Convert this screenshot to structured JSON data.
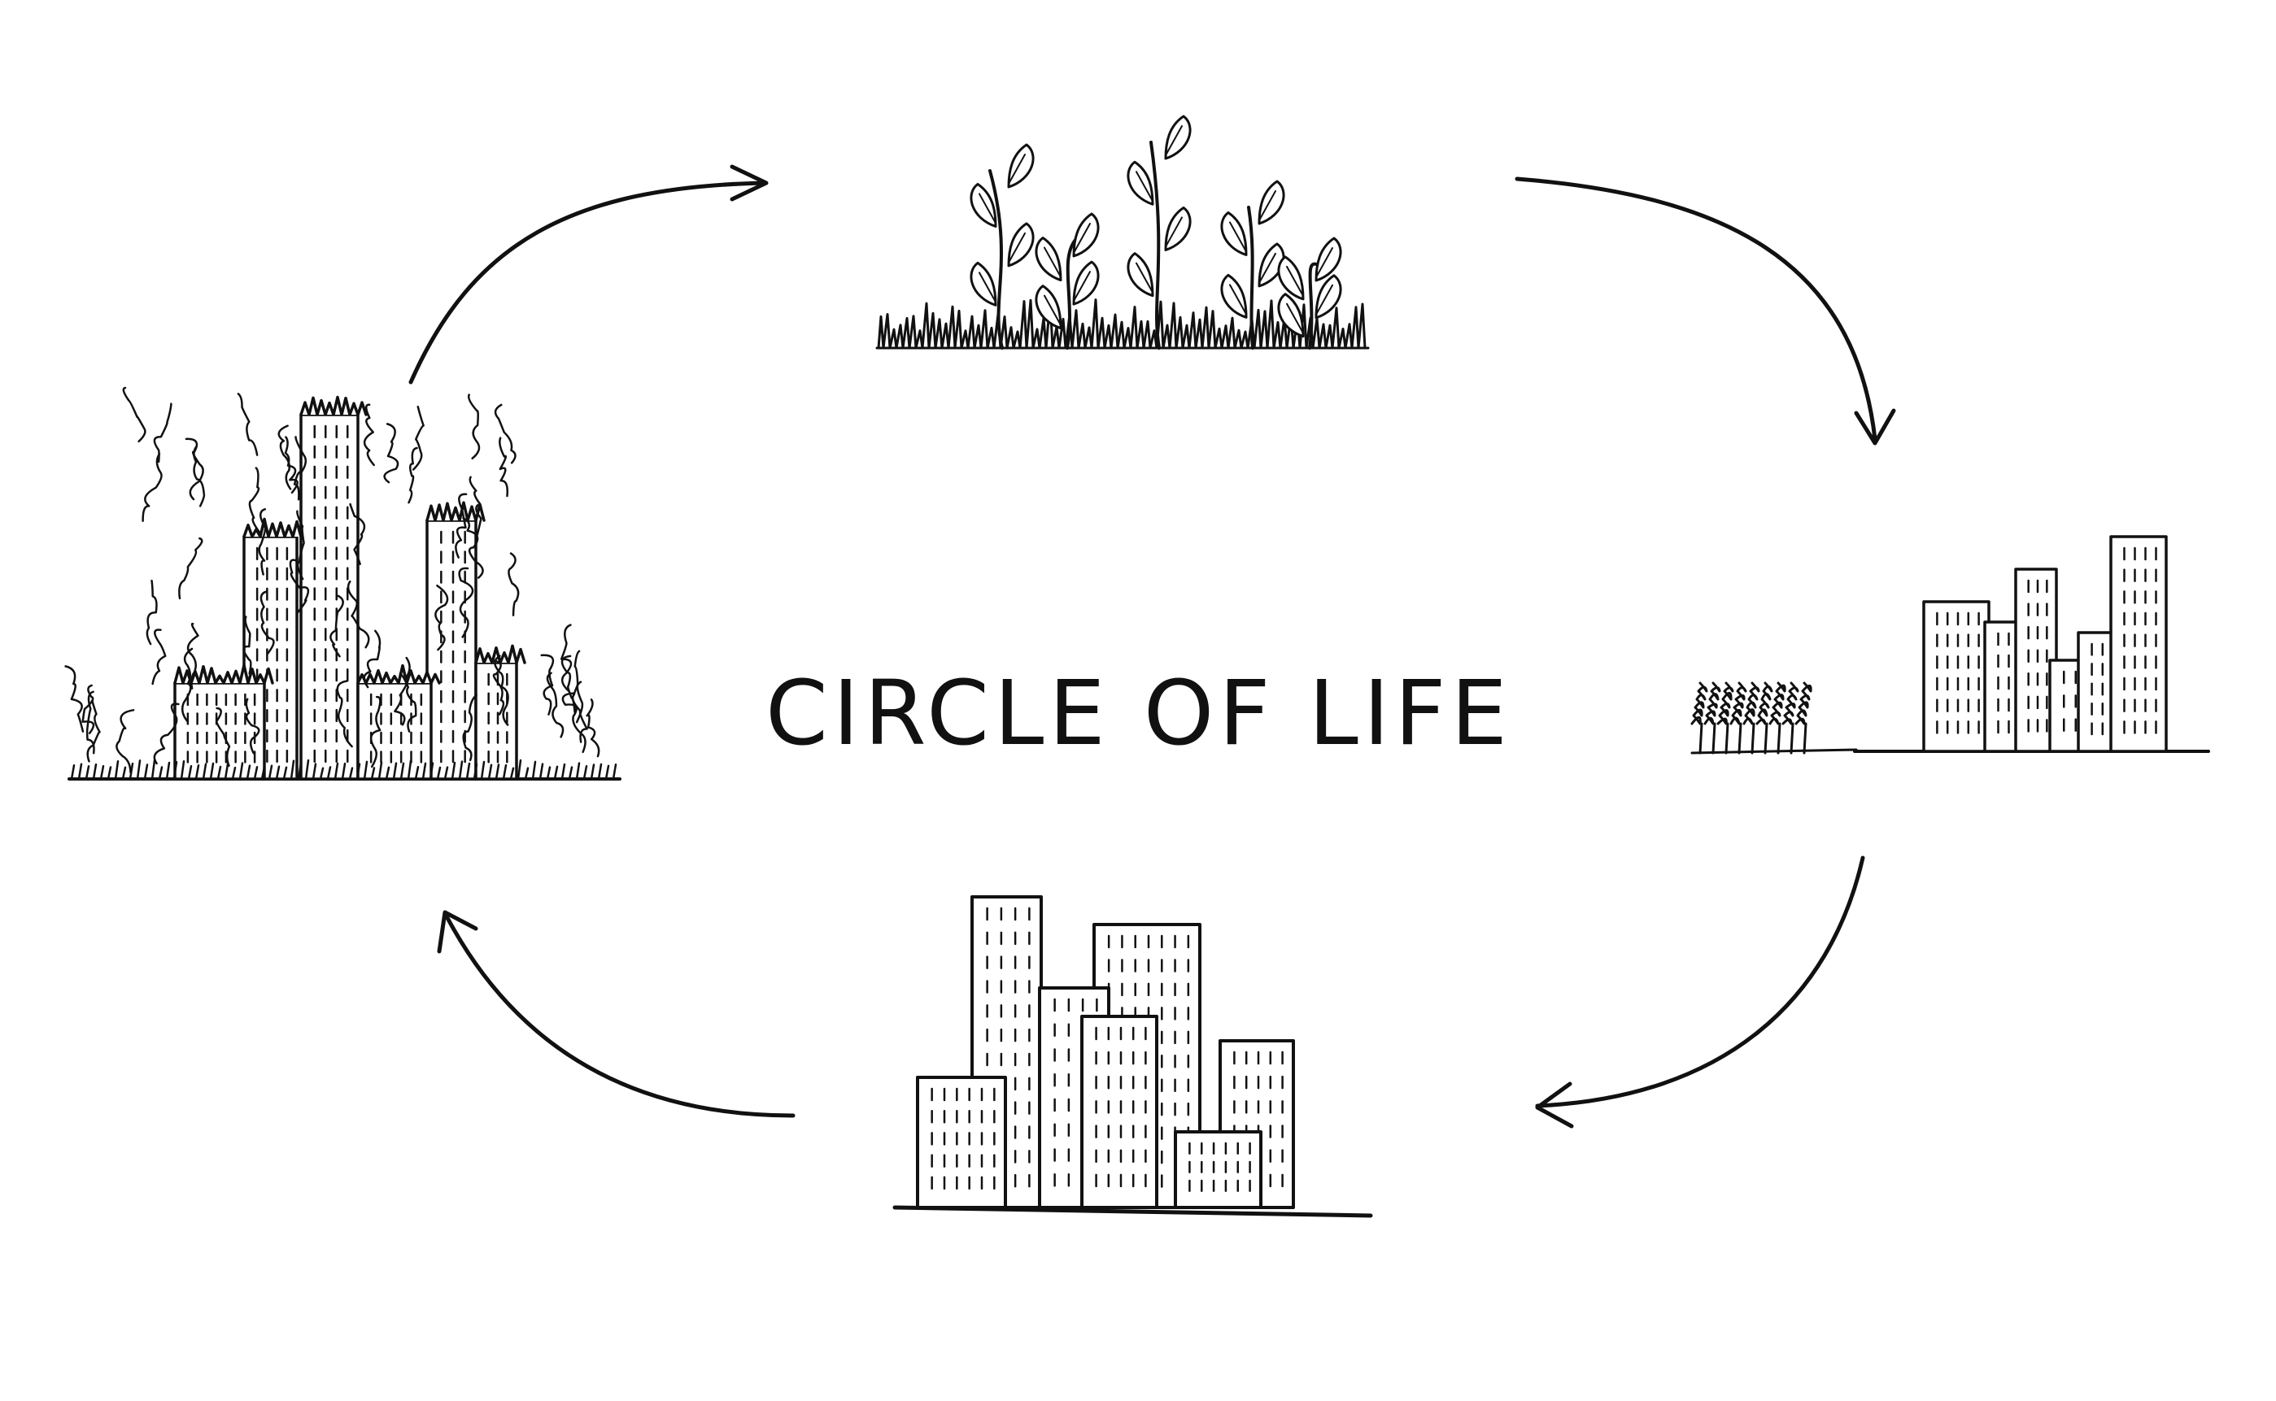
{
  "diagram": {
    "title": "CIRCLE OF LIFE",
    "ink_color": "#111111",
    "background_color": "#ffffff",
    "stages": [
      {
        "name": "sprouting-plants"
      },
      {
        "name": "small-town"
      },
      {
        "name": "big-city"
      },
      {
        "name": "overgrown-ruins"
      }
    ],
    "flow_direction": "clockwise"
  }
}
